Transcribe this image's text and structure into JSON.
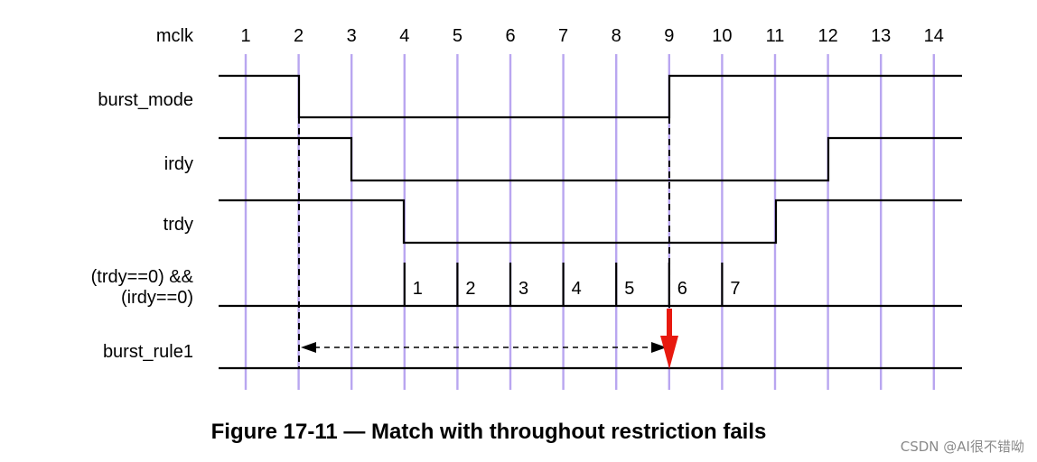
{
  "clock": {
    "label": "mclk",
    "ticks": [
      "1",
      "2",
      "3",
      "4",
      "5",
      "6",
      "7",
      "8",
      "9",
      "10",
      "11",
      "12",
      "13",
      "14"
    ]
  },
  "signals": {
    "burst_mode": "burst_mode",
    "irdy": "irdy",
    "trdy": "trdy",
    "match_line1": "(trdy==0) &&",
    "match_line2": "(irdy==0)",
    "burst_rule1": "burst_rule1"
  },
  "match_counts": [
    "1",
    "2",
    "3",
    "4",
    "5",
    "6",
    "7"
  ],
  "caption": "Figure 17-11 — Match with throughout restriction fails",
  "watermark": "CSDN @AI很不错呦",
  "colors": {
    "gridline": "#b9a6f0",
    "waveform": "#000000",
    "failure_arrow": "#e8190f"
  }
}
